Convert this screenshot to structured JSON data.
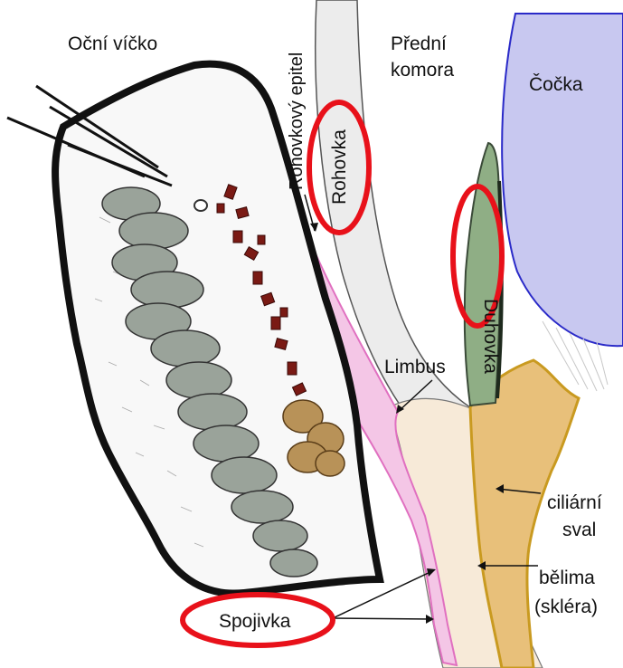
{
  "labels": {
    "eyelid": "Oční víčko",
    "corneal_epithelium": "Rohovkový epitel",
    "anterior_chamber_line1": "Přední",
    "anterior_chamber_line2": "komora",
    "lens": "Čočka",
    "cornea": "Rohovka",
    "iris": "Duhovka",
    "limbus": "Limbus",
    "ciliary_line1": "ciliární",
    "ciliary_line2": "sval",
    "sclera_line1": "bělima",
    "sclera_line2": "(skléra)",
    "conjunctiva": "Spojivka"
  },
  "highlighted_labels": [
    "Rohovka",
    "Duhovka",
    "Spojivka"
  ],
  "colors": {
    "highlight_ring": "#e8111a",
    "lens_fill": "#c8c8f0",
    "lens_stroke": "#2a2ac8",
    "iris_fill": "#8fae85",
    "ciliary_fill": "#e8c07a",
    "conjunctiva_pink": "#e070c0",
    "tarsal_gland_gray": "#9aa39a",
    "muscle_red": "#7a1a14",
    "skin_black": "#111111",
    "cornea_fill": "#ececec",
    "sclera_fill": "#f7ead8"
  }
}
